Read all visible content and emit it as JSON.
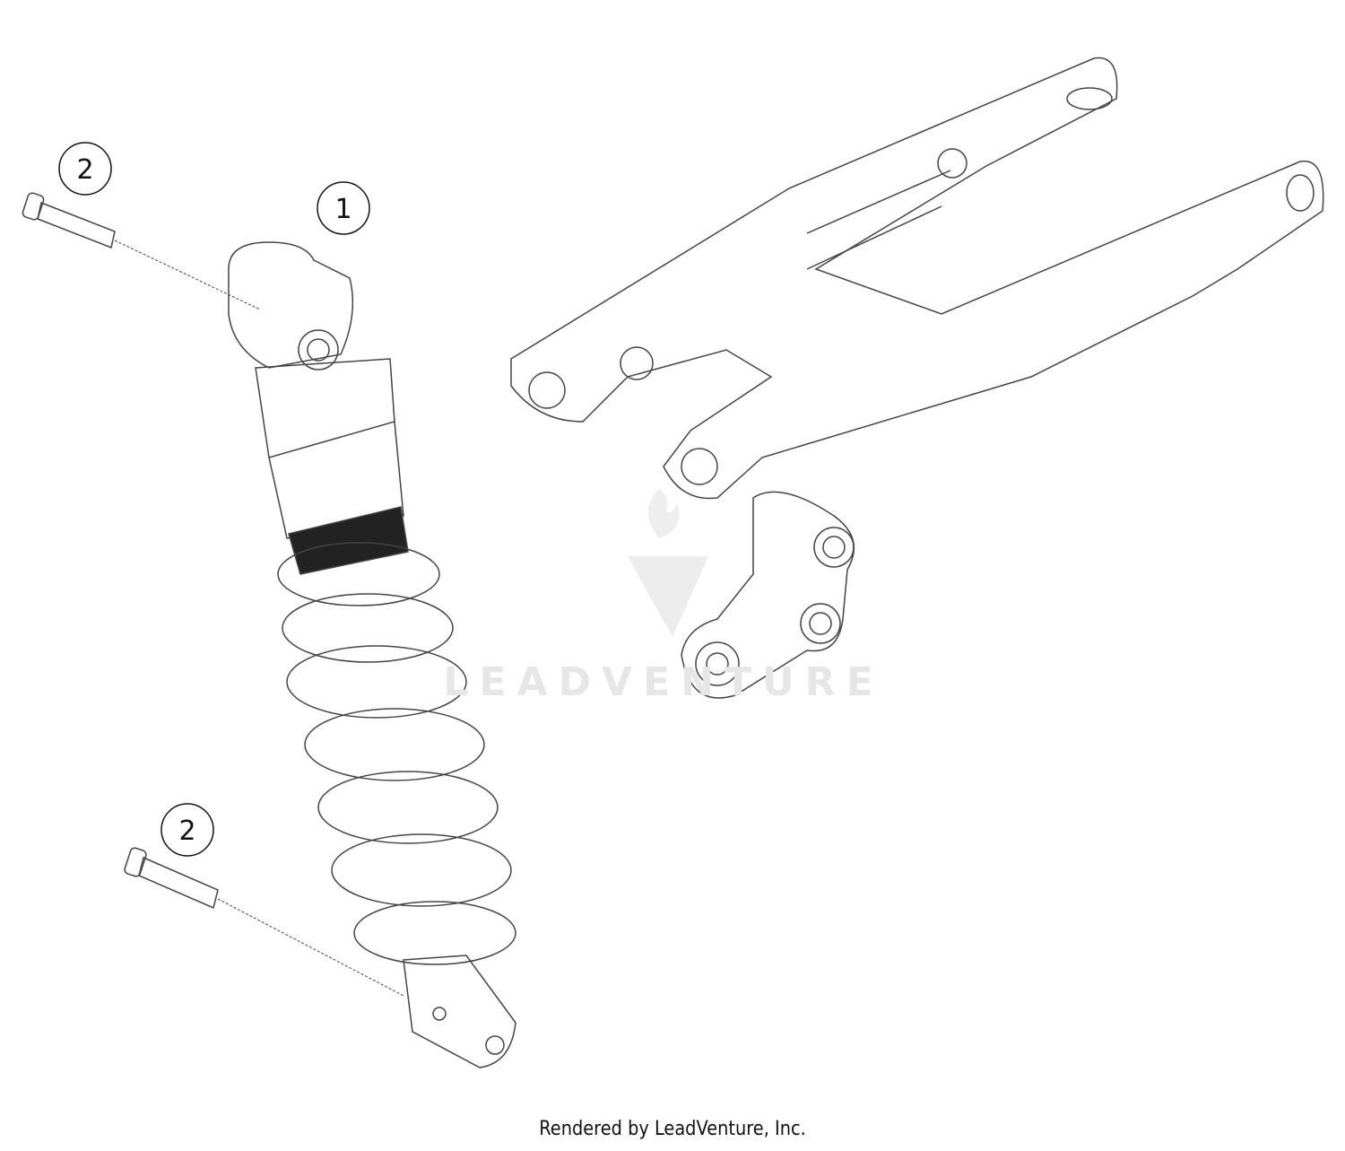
{
  "callouts": [
    {
      "label": "2",
      "part": "upper-bolt"
    },
    {
      "label": "1",
      "part": "shock-absorber"
    },
    {
      "label": "2",
      "part": "lower-bolt"
    }
  ],
  "watermark": {
    "text": "LEADVENTURE"
  },
  "footer": {
    "text": "Rendered by LeadVenture, Inc."
  }
}
